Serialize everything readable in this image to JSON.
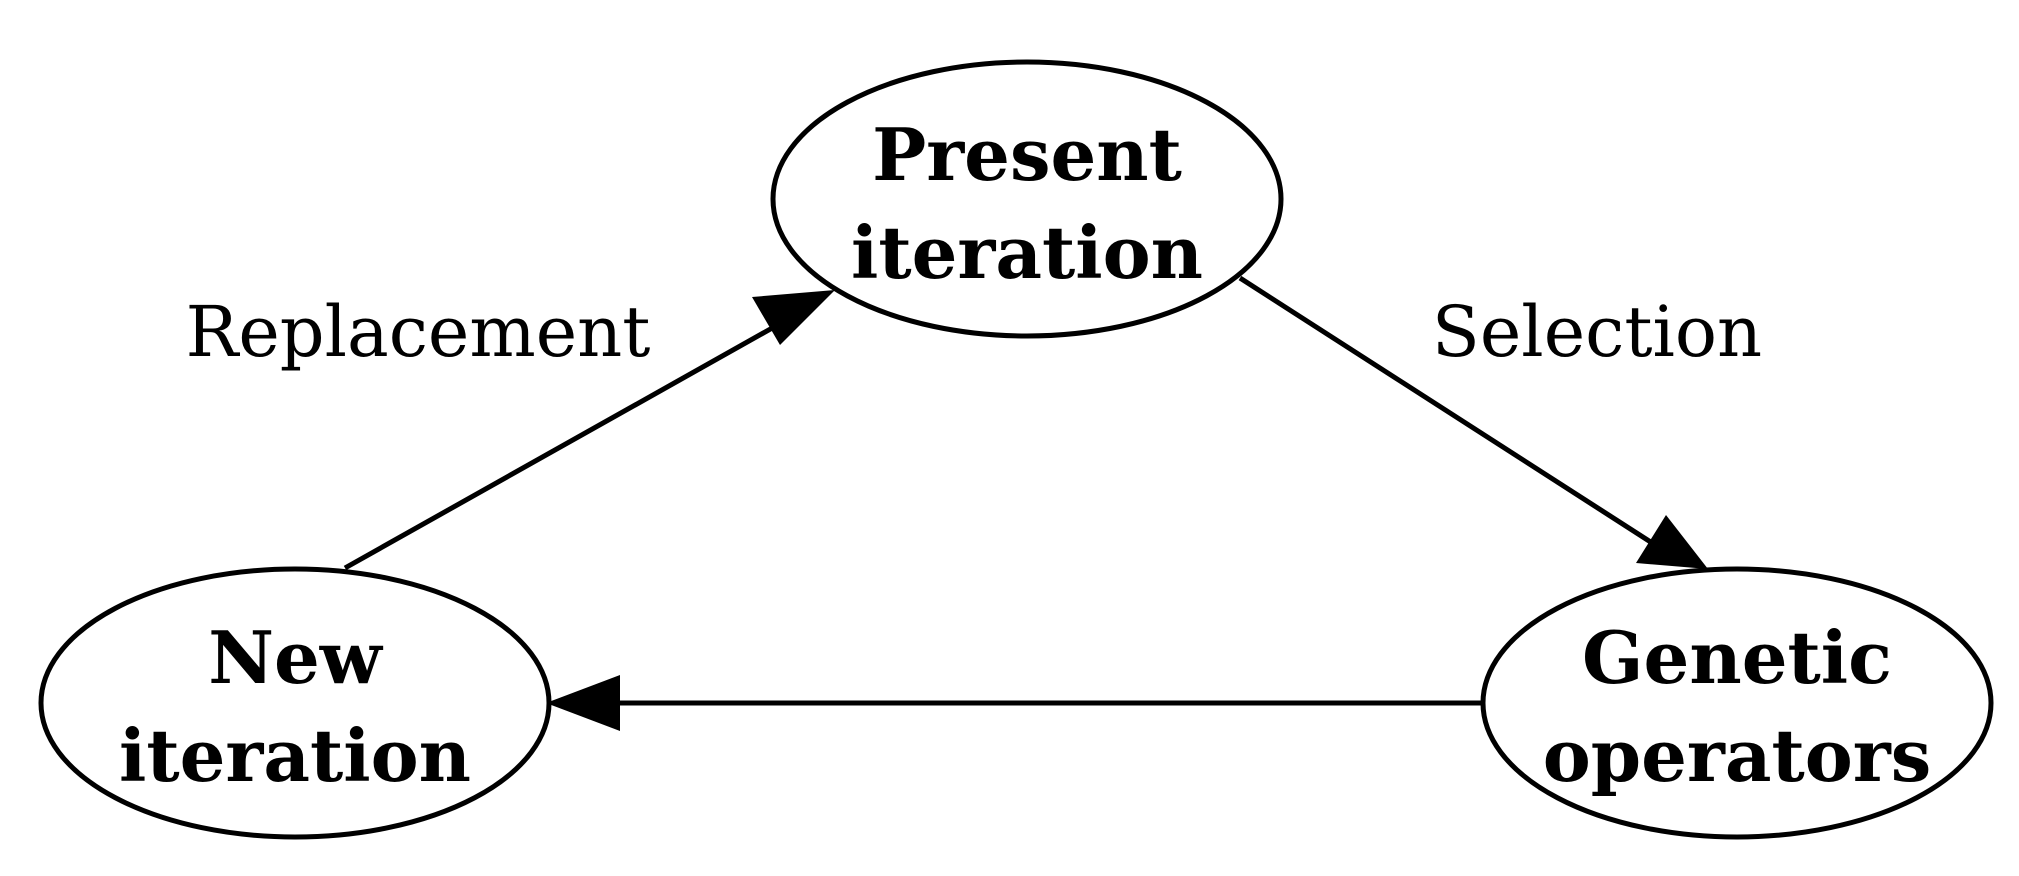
{
  "diagram": {
    "nodes": {
      "present": {
        "line1": "Present",
        "line2": "iteration"
      },
      "genetic": {
        "line1": "Genetic",
        "line2": "operators"
      },
      "new": {
        "line1": "New",
        "line2": "iteration"
      }
    },
    "edges": {
      "selection": "Selection",
      "replacement": "Replacement"
    }
  }
}
